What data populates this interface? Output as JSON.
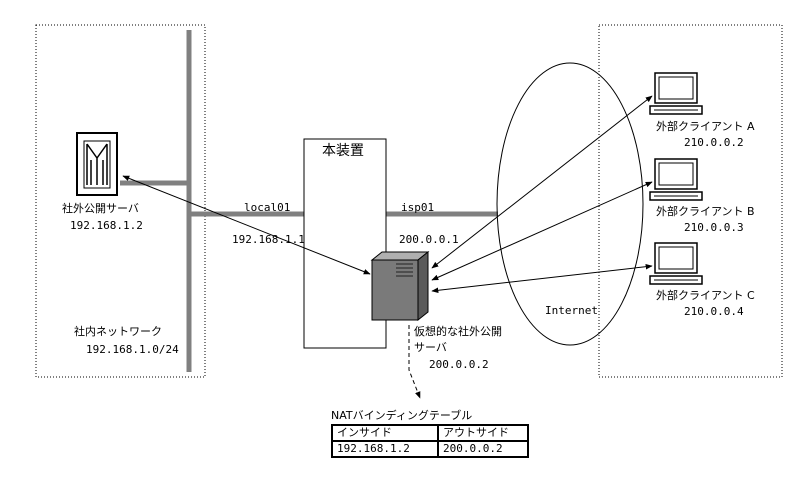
{
  "device": {
    "title": "本装置"
  },
  "ports": {
    "local": {
      "name": "local01",
      "ip": "192.168.1.1"
    },
    "isp": {
      "name": "isp01",
      "ip": "200.0.0.1"
    }
  },
  "internal": {
    "server_name": "社外公開サーバ",
    "server_ip": "192.168.1.2",
    "network_name": "社内ネットワーク",
    "network_cidr": "192.168.1.0/24"
  },
  "virtual_server": {
    "line1": "仮想的な社外公開",
    "line2": "サーバ",
    "ip": "200.0.0.2"
  },
  "internet_label": "Internet",
  "clients": [
    {
      "name": "外部クライアント A",
      "ip": "210.0.0.2"
    },
    {
      "name": "外部クライアント B",
      "ip": "210.0.0.3"
    },
    {
      "name": "外部クライアント C",
      "ip": "210.0.0.4"
    }
  ],
  "nat_table": {
    "title": "NATバインディングテーブル",
    "headers": [
      "インサイド",
      "アウトサイド"
    ],
    "rows": [
      [
        "192.168.1.2",
        "200.0.0.2"
      ]
    ]
  }
}
